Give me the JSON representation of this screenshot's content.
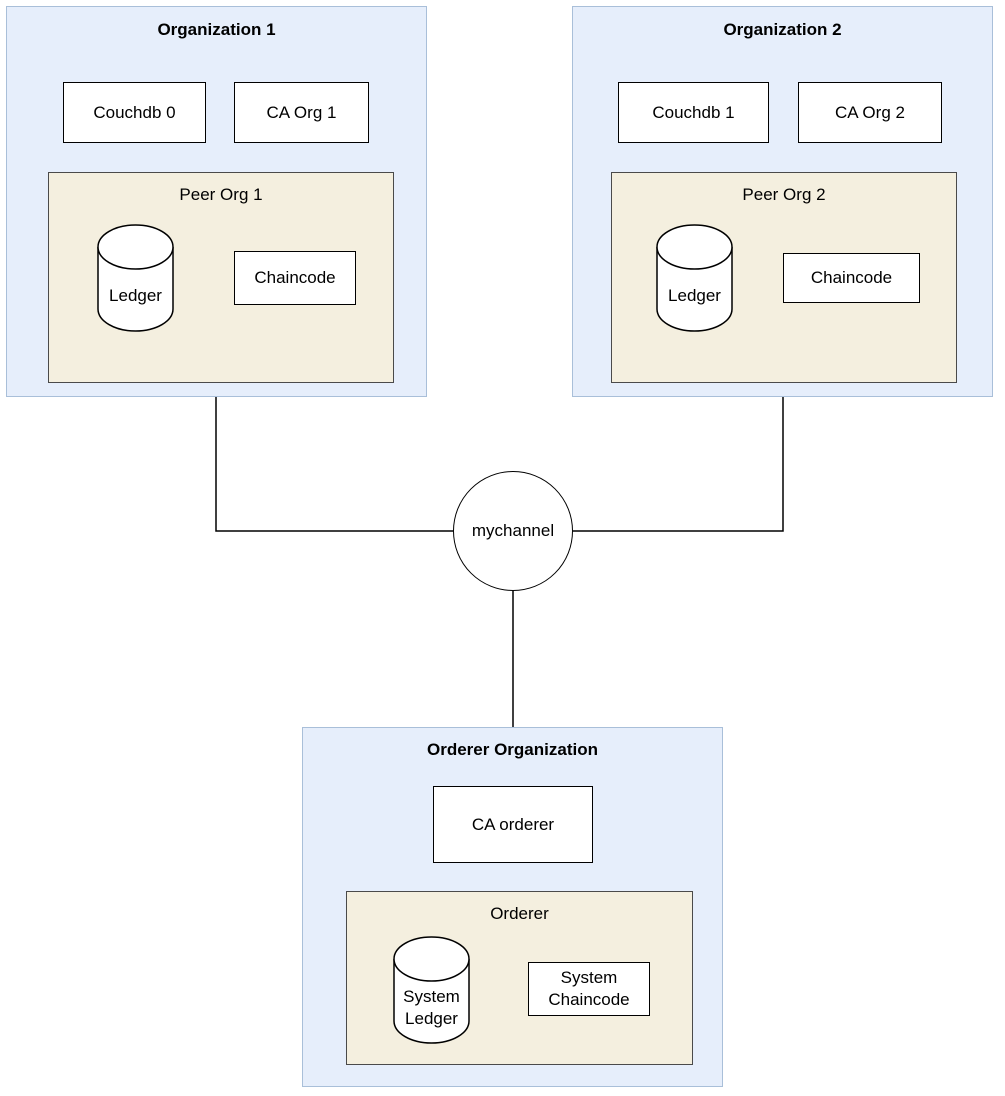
{
  "organizations": {
    "org1": {
      "title": "Organization 1",
      "couchdb": "Couchdb 0",
      "ca": "CA Org 1",
      "peer": {
        "title": "Peer Org 1",
        "ledger": "Ledger",
        "chaincode": "Chaincode"
      }
    },
    "org2": {
      "title": "Organization 2",
      "couchdb": "Couchdb 1",
      "ca": "CA Org 2",
      "peer": {
        "title": "Peer Org 2",
        "ledger": "Ledger",
        "chaincode": "Chaincode"
      }
    },
    "orderer_org": {
      "title": "Orderer Organization",
      "ca": "CA orderer",
      "orderer": {
        "title": "Orderer",
        "ledger_line1": "System",
        "ledger_line2": "Ledger",
        "chaincode_line1": "System",
        "chaincode_line2": "Chaincode"
      }
    }
  },
  "channel": {
    "label": "mychannel"
  },
  "colors": {
    "org_fill": "#e6eefb",
    "org_border": "#a9bfd9",
    "peer_fill": "#f4efdf",
    "line": "#000000"
  }
}
